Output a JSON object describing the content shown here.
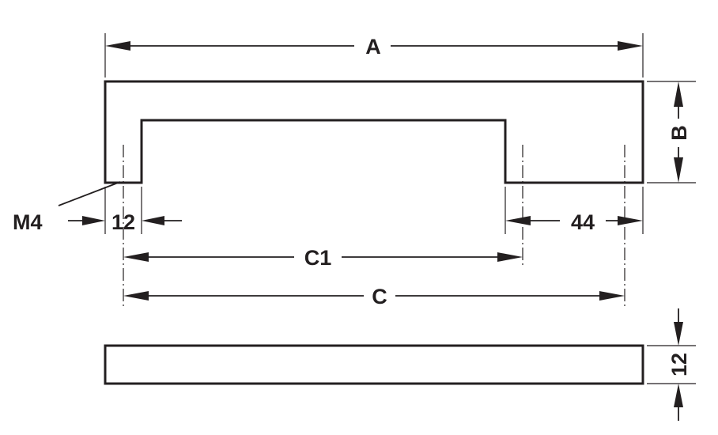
{
  "diagram": {
    "labels": {
      "length_total": "A",
      "height": "B",
      "thread": "M4",
      "edge_offset": "12",
      "end_segment": "44",
      "inner_spacing": "C1",
      "hole_spacing": "C",
      "thickness": "12"
    },
    "colors": {
      "line": "#231f20",
      "background": "#ffffff"
    }
  }
}
